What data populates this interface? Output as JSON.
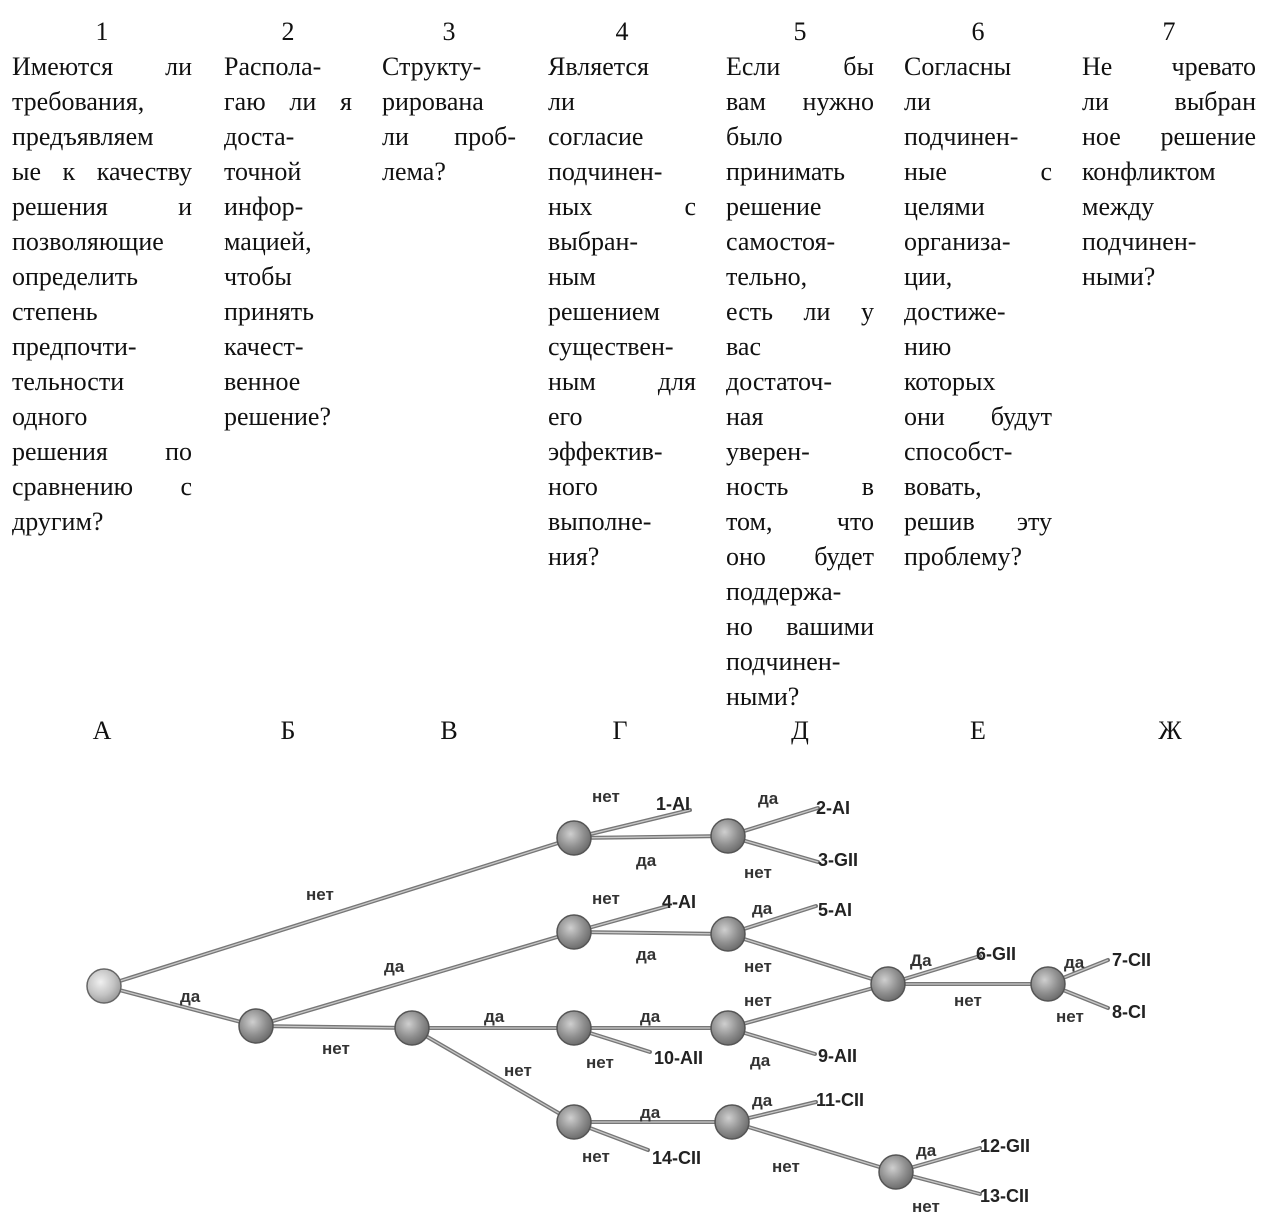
{
  "questions": [
    {
      "number": "1",
      "lines": [
        "Имеются ли",
        "требования,",
        "предъявляем",
        "ые к качеству",
        "решения и",
        "позволяющие",
        "определить",
        "степень",
        "предпочти-",
        "тельности",
        "одного",
        "решения по",
        "сравнению с",
        "другим?"
      ]
    },
    {
      "number": "2",
      "lines": [
        "Распола-",
        "гаю ли я",
        "доста-",
        "точной",
        "инфор-",
        "мацией,",
        "чтобы",
        "принять",
        "качест-",
        "венное",
        "решение?"
      ]
    },
    {
      "number": "3",
      "lines": [
        "Структу-",
        "рирована",
        "ли проб-",
        "лема?"
      ]
    },
    {
      "number": "4",
      "lines": [
        "Является",
        "ли",
        "согласие",
        "подчинен-",
        "ных с",
        "выбран-",
        "ным",
        "решением",
        "существен-",
        "ным для",
        "его",
        "эффектив-",
        "ного",
        "выполне-",
        "ния?"
      ]
    },
    {
      "number": "5",
      "lines": [
        "Если бы",
        "вам нужно",
        "было",
        "принимать",
        "решение",
        "самостоя-",
        "тельно,",
        "есть ли у",
        "вас",
        "достаточ-",
        "ная",
        "уверен-",
        "ность в",
        "том, что",
        "оно будет",
        "поддержа-",
        "но вашими",
        "подчинен-",
        "ными?"
      ]
    },
    {
      "number": "6",
      "lines": [
        "Согласны",
        "ли",
        "подчинен-",
        "ные с",
        "целями",
        "организа-",
        "ции,",
        "достиже-",
        "нию",
        "которых",
        "они будут",
        "способст-",
        "вовать,",
        "решив эту",
        "проблему?"
      ]
    },
    {
      "number": "7",
      "lines": [
        "Не чревато",
        "ли выбран",
        "ное решение",
        "конфликтом",
        "между",
        "подчинен-",
        "ными?"
      ]
    }
  ],
  "column_letters": [
    "А",
    "Б",
    "В",
    "Г",
    "Д",
    "Е",
    "Ж"
  ],
  "edge_labels": {
    "yes": "да",
    "no": "нет",
    "yes_alt": "Да"
  },
  "outcomes": [
    "1-AI",
    "2-AI",
    "3-GII",
    "4-AI",
    "5-AI",
    "6-GII",
    "7-CII",
    "8-CI",
    "9-AII",
    "10-AII",
    "11-CII",
    "12-GII",
    "13-CII",
    "14-CII"
  ],
  "colors": {
    "text": "#111111",
    "edge": "#777777",
    "node": "#888888",
    "background": "#ffffff"
  }
}
